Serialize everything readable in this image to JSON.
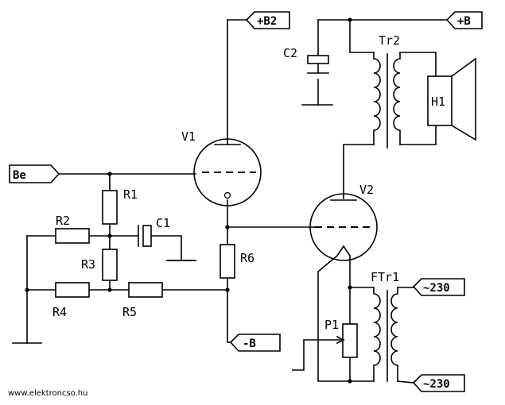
{
  "labels": {
    "v1": "V1",
    "v2": "V2",
    "r1": "R1",
    "r2": "R2",
    "r3": "R3",
    "r4": "R4",
    "r5": "R5",
    "r6": "R6",
    "c1": "C1",
    "c2": "C2",
    "p1": "P1",
    "tr2": "Tr2",
    "ftr1": "FTr1",
    "h1": "H1"
  },
  "terminals": {
    "input": "Be",
    "b2_plus": "+B2",
    "b_plus": "+B",
    "b_minus": "-B",
    "mains_top": "~230",
    "mains_bottom": "~230"
  },
  "footer": {
    "website": "www.elektroncso.hu"
  }
}
